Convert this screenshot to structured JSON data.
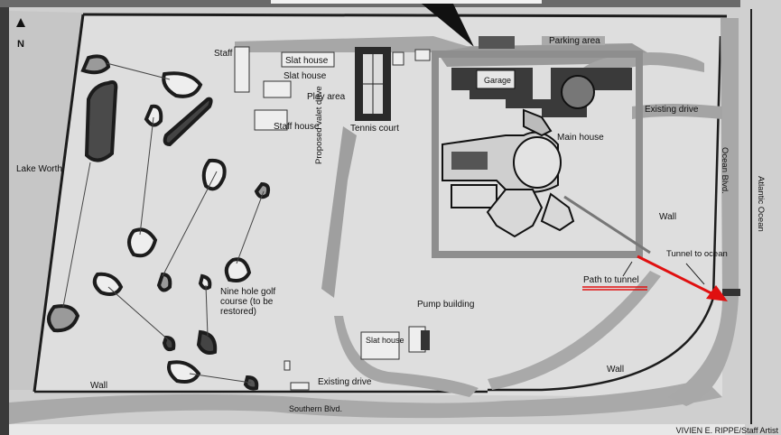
{
  "compass": {
    "label": "N"
  },
  "labels": {
    "lake_worth": "Lake Worth",
    "staff_top": "Staff",
    "slat_house_1": "Slat house",
    "slat_house_2": "Slat house",
    "play_area": "Play area",
    "staff_house": "Staff house",
    "tennis_court": "Tennis court",
    "parking_area": "Parking area",
    "garage": "Garage",
    "main_house": "Main house",
    "existing_drive_top": "Existing drive",
    "ocean_blvd": "Ocean Blvd.",
    "atlantic_ocean": "Atlantic Ocean",
    "wall_right": "Wall",
    "tunnel_to_ocean": "Tunnel to ocean",
    "path_to_tunnel": "Path to tunnel",
    "proposed_valet_drive": "Proposed valet drive",
    "nine_hole_golf": "Nine hole golf course (to be restored)",
    "pump_building": "Pump building",
    "slat_house_bottom": "Slat house",
    "existing_drive_bottom": "Existing drive",
    "wall_bottom_left": "Wall",
    "wall_bottom_right": "Wall",
    "southern_blvd": "Southern Blvd.",
    "credit": "VIVIEN E. RIPPE/Staff Artist"
  },
  "annotation": {
    "underline_color": "#e01010",
    "arrow_color": "#e01010"
  },
  "colors": {
    "paper": "#d3d3d3",
    "grounds": "#dcdcdc",
    "dark": "#1c1c1c",
    "road": "#9b9b9b"
  }
}
